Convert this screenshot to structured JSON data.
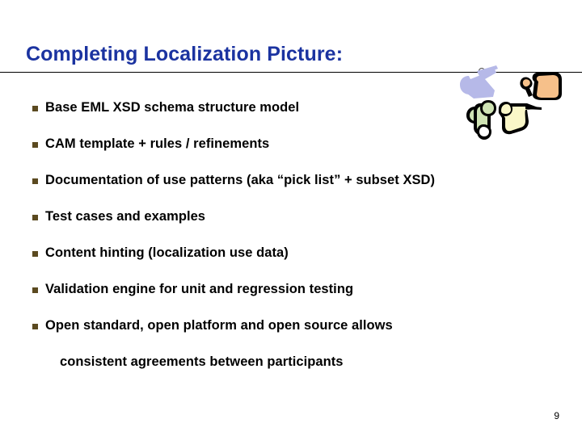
{
  "slide": {
    "title": "Completing Localization Picture:",
    "title_color": "#1b33a0",
    "background_color": "#ffffff",
    "page_number": "9"
  },
  "bullets": [
    {
      "marker": "§",
      "text": "Base EML XSD schema structure model",
      "continuation": false
    },
    {
      "marker": "§",
      "text": "CAM template + rules / refinements",
      "continuation": false
    },
    {
      "marker": "§",
      "text": "Documentation of use patterns (aka “pick list” + subset XSD)",
      "continuation": false
    },
    {
      "marker": "§",
      "text": "Test cases and examples",
      "continuation": false
    },
    {
      "marker": "§",
      "text": "Content hinting (localization use data)",
      "continuation": false
    },
    {
      "marker": "§",
      "text": "Validation engine for unit and regression testing",
      "continuation": false
    },
    {
      "marker": "§",
      "text": "Open standard, open platform and open source allows",
      "continuation": false
    },
    {
      "marker": "",
      "text": "consistent agreements between participants",
      "continuation": true
    }
  ],
  "bullet_style": {
    "marker_color": "#5b4a20",
    "text_color": "#000000"
  },
  "decoration": {
    "name": "abstract-people-clipart",
    "shapes": [
      {
        "name": "lavender-figure",
        "color": "#b6b9e8"
      },
      {
        "name": "orange-figure",
        "color": "#f6c08a"
      },
      {
        "name": "green-figure",
        "color": "#cfe3b4"
      },
      {
        "name": "yellow-figure",
        "color": "#faf7c8"
      }
    ],
    "outline_color": "#000000"
  },
  "divider": {
    "name": "title-underline-rule",
    "color": "#000000",
    "handle_color": "#4a4a4a"
  }
}
